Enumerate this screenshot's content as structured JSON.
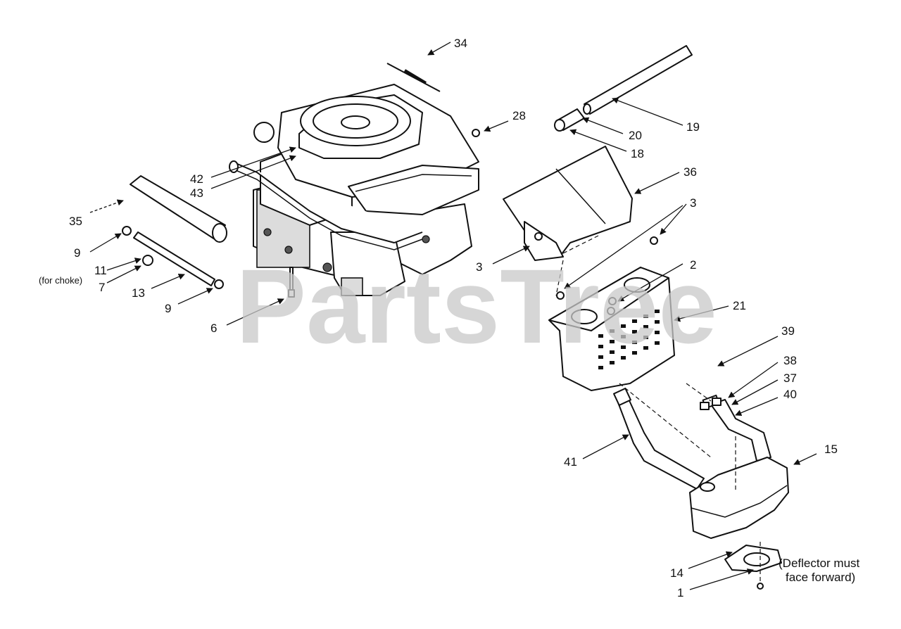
{
  "watermark": "PartsTree",
  "callouts": {
    "c34": "34",
    "c28": "28",
    "c19": "19",
    "c20": "20",
    "c18": "18",
    "c36": "36",
    "c3a": "3",
    "c3b": "3",
    "c2": "2",
    "c21": "21",
    "c42": "42",
    "c43": "43",
    "c35": "35",
    "c9a": "9",
    "c11": "11",
    "c7": "7",
    "c13": "13",
    "c9b": "9",
    "c6": "6",
    "c39": "39",
    "c38": "38",
    "c37": "37",
    "c40": "40",
    "c41": "41",
    "c15": "15",
    "c14": "14",
    "c1": "1"
  },
  "notes": {
    "choke": "(for choke)",
    "deflector_line1": "(Deflector must",
    "deflector_line2": "face forward)"
  }
}
